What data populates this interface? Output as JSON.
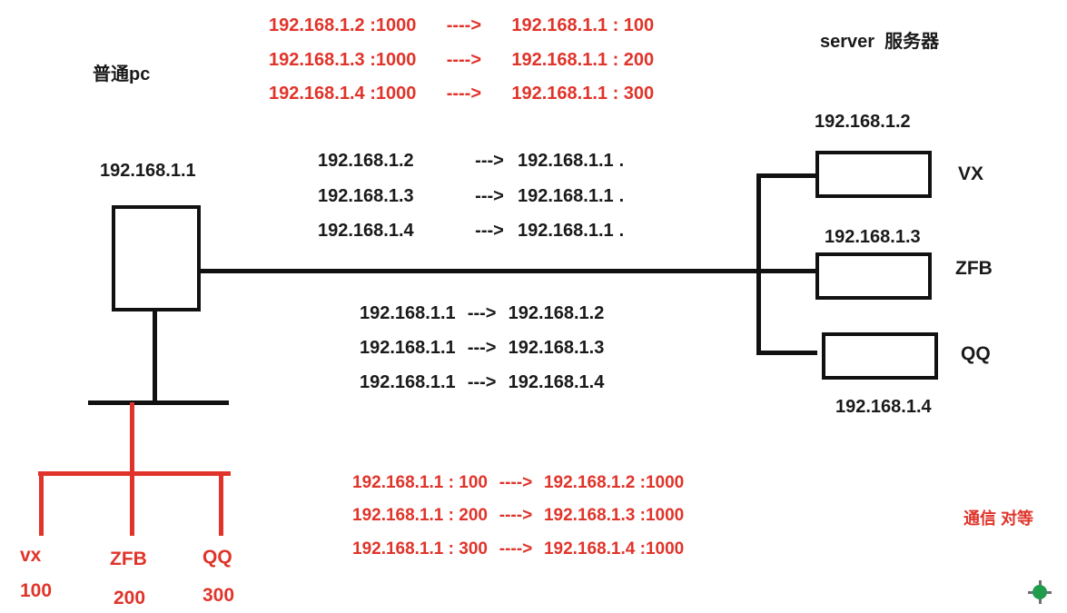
{
  "diagram": {
    "title_pc": "普通pc",
    "title_server": "server  服务器",
    "pc_ip": "192.168.1.1",
    "peer_note": "通信 对等",
    "colors": {
      "red": "#e0342a",
      "black": "#111111",
      "marker_green": "#1f9d4d",
      "background": "#ffffff"
    },
    "server_boxes": [
      {
        "ip": "192.168.1.2",
        "label": "VX"
      },
      {
        "ip": "192.168.1.3",
        "label": "ZFB"
      },
      {
        "ip": "192.168.1.4",
        "label": "QQ"
      }
    ],
    "client_ports": [
      {
        "label": "vx",
        "port": "100"
      },
      {
        "label": "ZFB",
        "port": "200"
      },
      {
        "label": "QQ",
        "port": "300"
      }
    ]
  },
  "flows": {
    "top_red": {
      "rows": [
        {
          "src": "192.168.1.2 :1000",
          "arrow": "---->",
          "dst": "192.168.1.1 : 100"
        },
        {
          "src": "192.168.1.3 :1000",
          "arrow": "---->",
          "dst": "192.168.1.1 : 200"
        },
        {
          "src": "192.168.1.4 :1000",
          "arrow": "---->",
          "dst": "192.168.1.1 : 300"
        }
      ]
    },
    "mid_upper_black": {
      "rows": [
        {
          "src": "192.168.1.2",
          "arrow": "--->",
          "dst": "192.168.1.1",
          "tail": "."
        },
        {
          "src": "192.168.1.3",
          "arrow": "--->",
          "dst": "192.168.1.1",
          "tail": "."
        },
        {
          "src": "192.168.1.4",
          "arrow": "--->",
          "dst": "192.168.1.1",
          "tail": "."
        }
      ]
    },
    "mid_lower_black": {
      "rows": [
        {
          "src": "192.168.1.1",
          "arrow": "--->",
          "dst": "192.168.1.2"
        },
        {
          "src": "192.168.1.1",
          "arrow": "--->",
          "dst": "192.168.1.3"
        },
        {
          "src": "192.168.1.1",
          "arrow": "--->",
          "dst": "192.168.1.4"
        }
      ]
    },
    "bottom_red": {
      "rows": [
        {
          "src": "192.168.1.1 : 100",
          "arrow": "---->",
          "dst": "192.168.1.2 :1000"
        },
        {
          "src": "192.168.1.1 : 200",
          "arrow": "---->",
          "dst": "192.168.1.3 :1000"
        },
        {
          "src": "192.168.1.1 : 300",
          "arrow": "---->",
          "dst": "192.168.1.4 :1000"
        }
      ]
    }
  }
}
